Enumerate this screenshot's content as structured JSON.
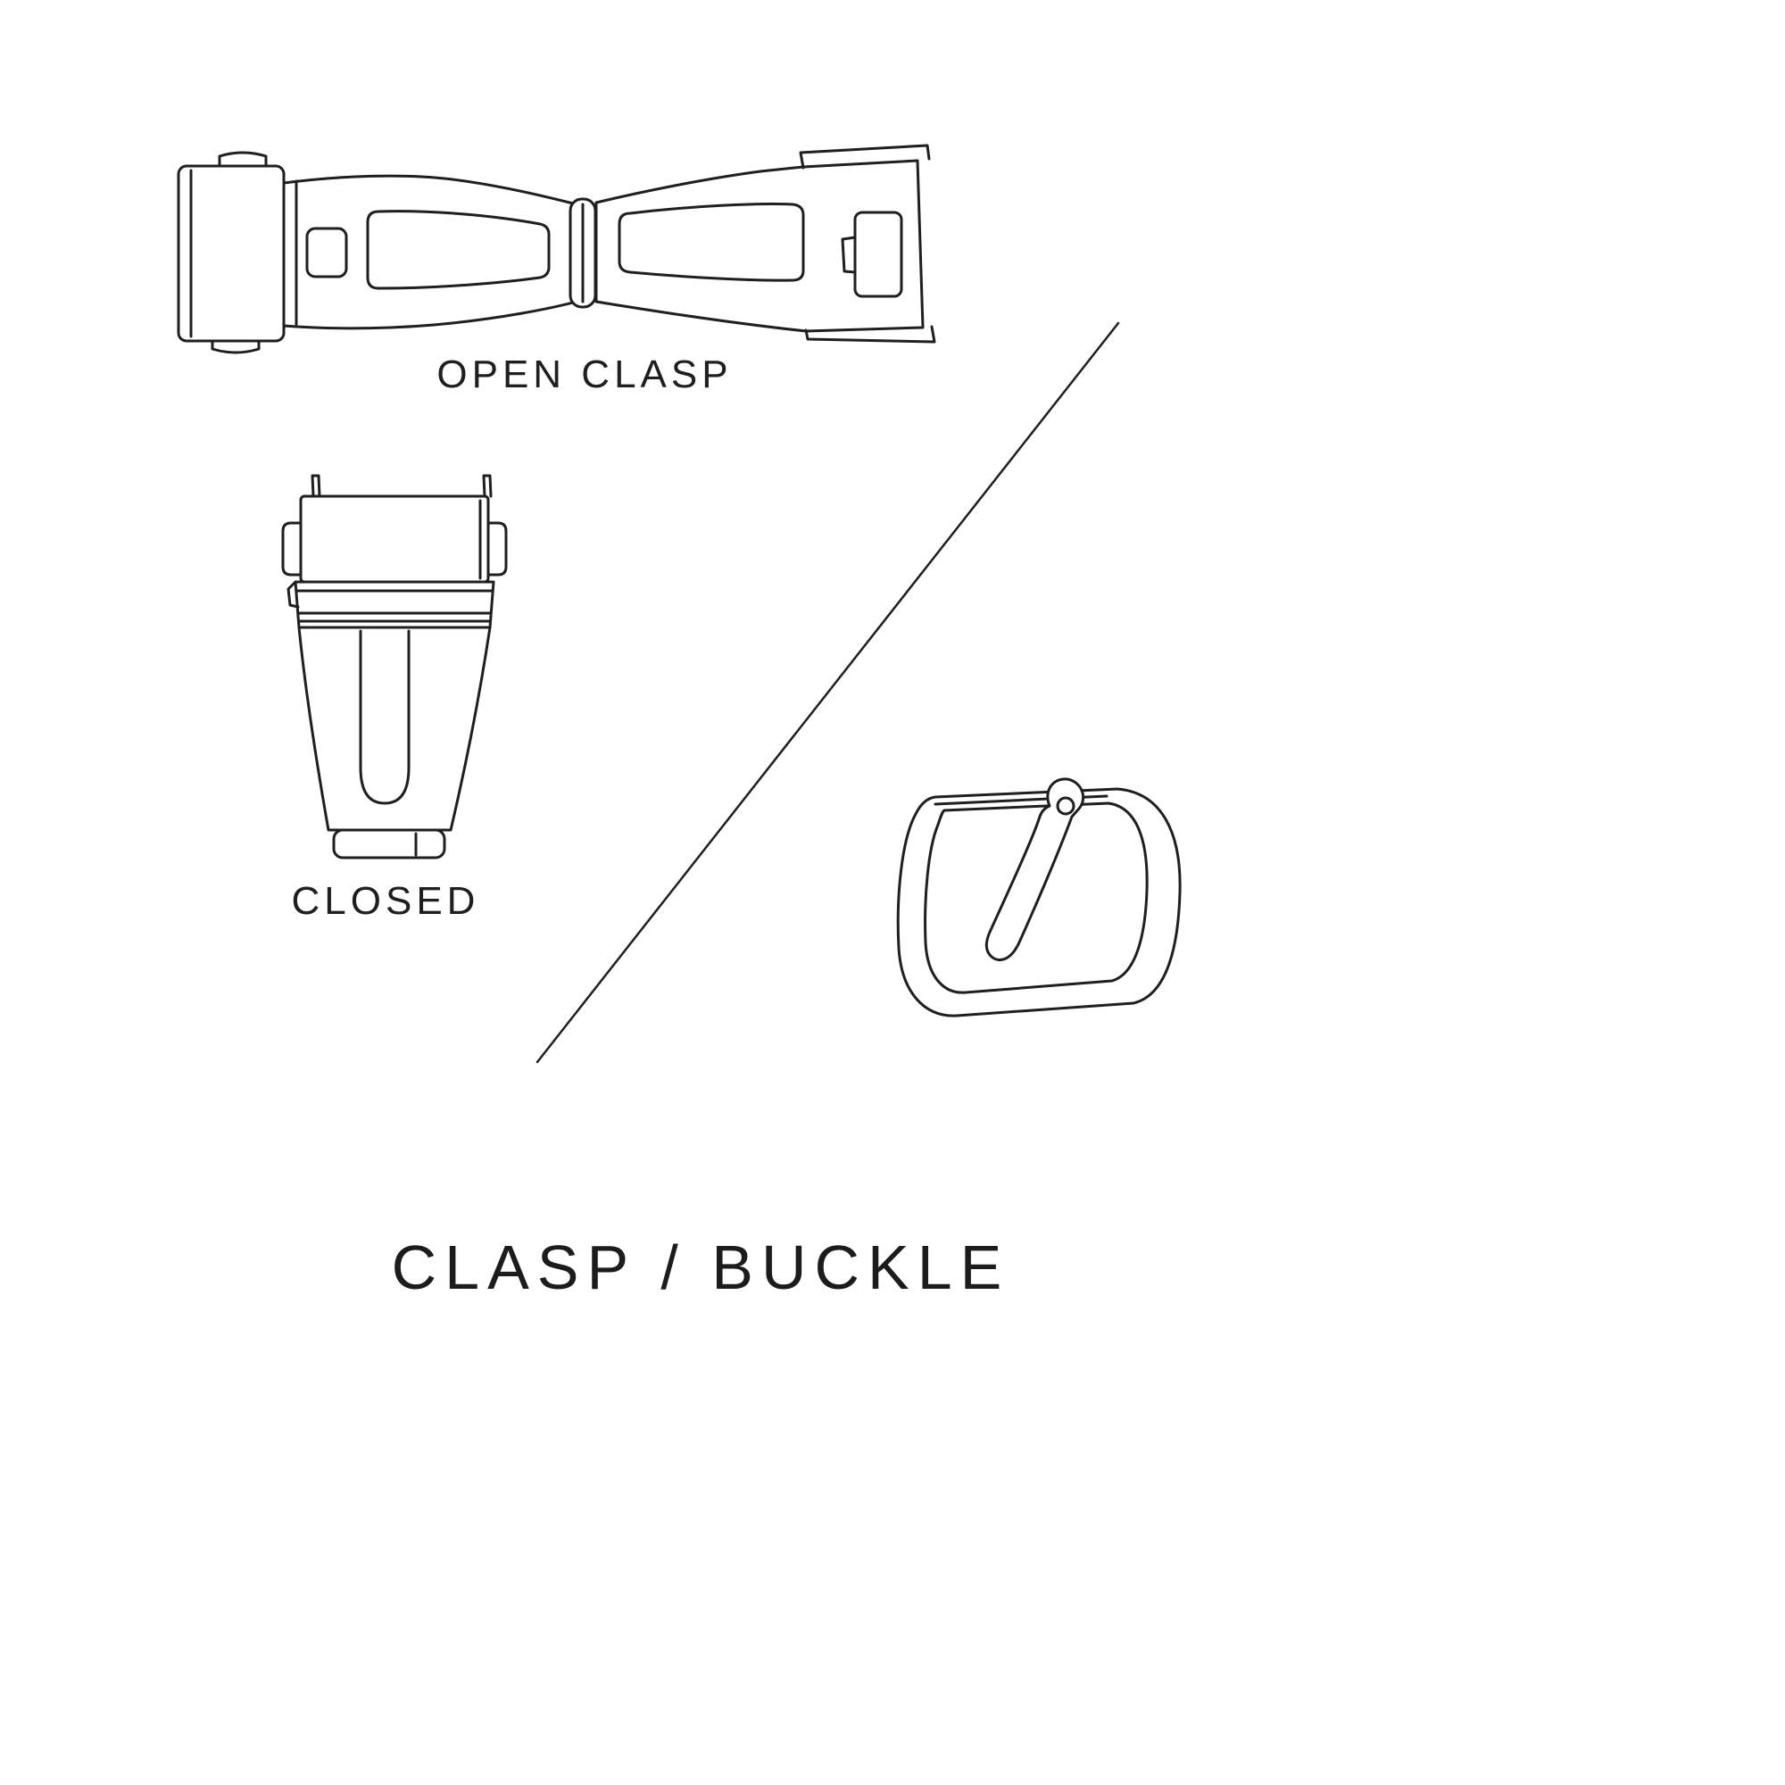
{
  "page": {
    "background_color": "#ffffff",
    "line_color": "#211e1f",
    "text_color": "#211e1f"
  },
  "labels": {
    "open_clasp": "OPEN CLASP",
    "closed": "CLOSED"
  },
  "title": "CLASP / BUCKLE",
  "illustrations": {
    "open_clasp": "open-clasp-line-art",
    "closed_clasp": "closed-clasp-line-art",
    "pin_buckle": "pin-buckle-line-art",
    "divider": "diagonal-divider-line"
  }
}
